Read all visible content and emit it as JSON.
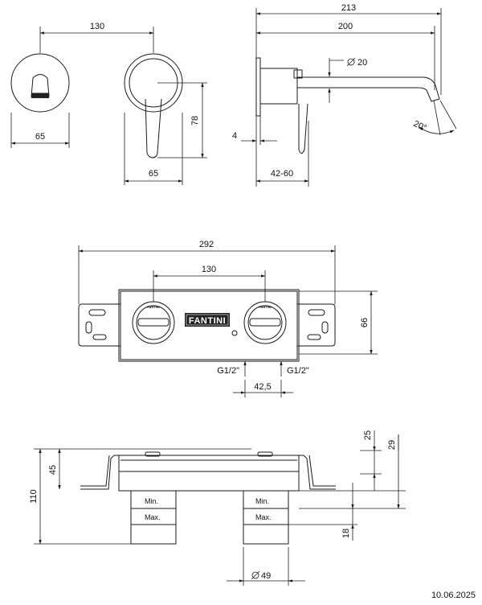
{
  "dims": {
    "top_130": "130",
    "top_213": "213",
    "top_200": "200",
    "dia_20": "20",
    "angle_20": "20°",
    "h_78": "78",
    "w_65_left": "65",
    "w_65_mid": "65",
    "w_4": "4",
    "w_42_60": "42-60",
    "box_292": "292",
    "box_130": "130",
    "box_66": "66",
    "box_42_5": "42,5",
    "g_left": "G1/2\"",
    "g_right": "G1/2\"",
    "side_110": "110",
    "side_45": "45",
    "side_25": "25",
    "side_29": "29",
    "side_18": "18",
    "dia_49": "49"
  },
  "labels": {
    "logo": "FANTINI",
    "min": "Min.",
    "max": "Max.",
    "date": "10.06.2025"
  }
}
